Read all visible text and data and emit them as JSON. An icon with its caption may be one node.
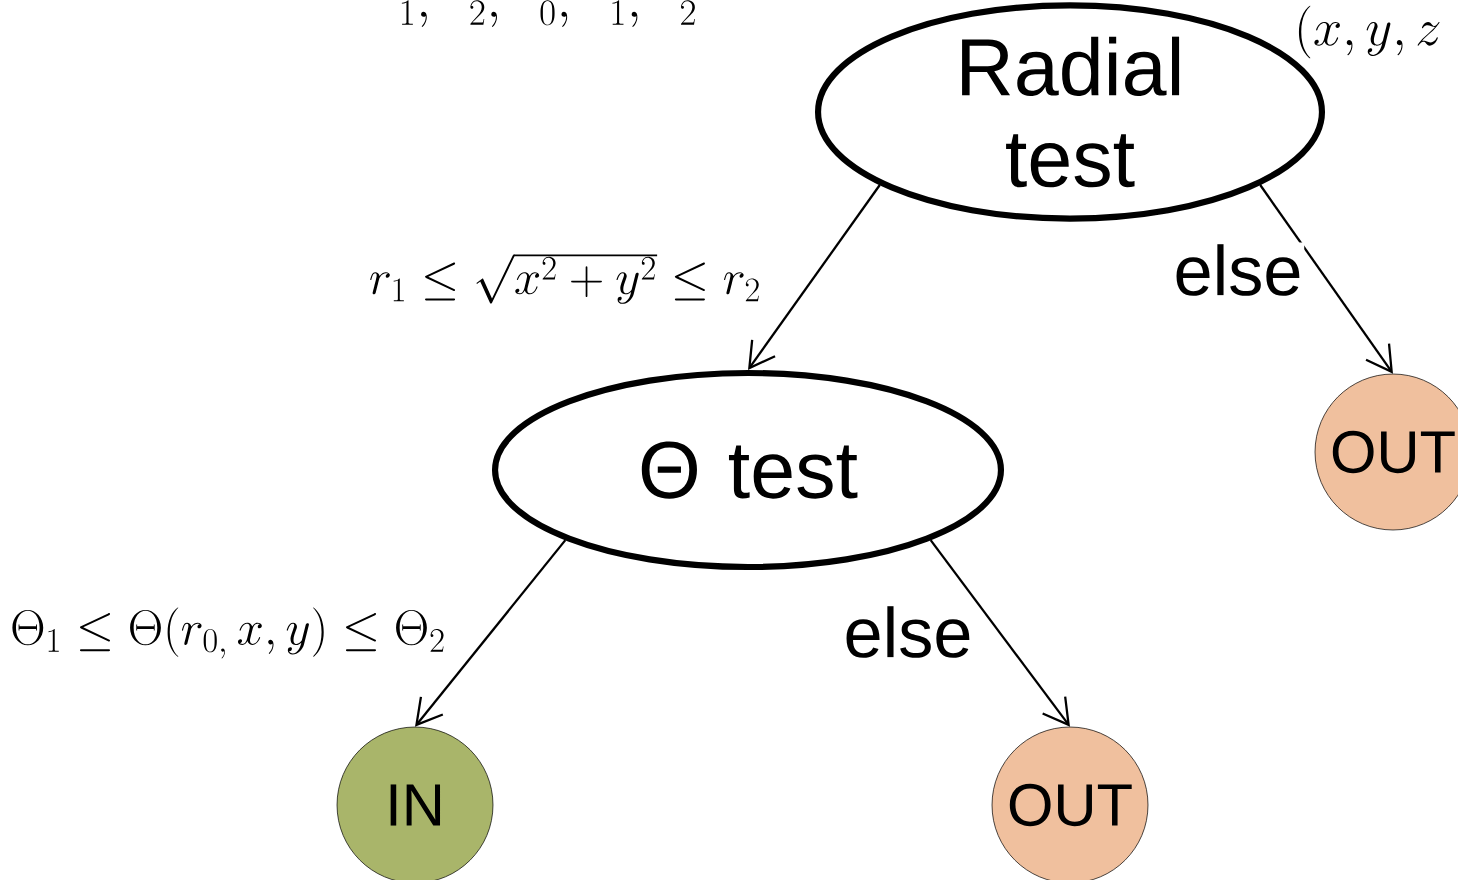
{
  "diagram": {
    "nodes": [
      {
        "text": [
          "Radial test"
        ]
      },
      {
        "text": [
          "Θ test"
        ]
      },
      {
        "text": [
          "OUT"
        ]
      },
      {
        "text": [
          "IN"
        ]
      },
      {
        "text": [
          "OUT"
        ]
      }
    ],
    "edges": [
      {
        "from": 0,
        "to": 1,
        "arrow": "to",
        "label": "r_1 \\le \\sqrt{x^2+y^2} \\le r_2"
      },
      {
        "from": 0,
        "to": 2,
        "arrow": "to",
        "label": "else"
      },
      {
        "from": 1,
        "to": 3,
        "arrow": "to",
        "label": "\\Theta_1 \\le \\Theta(r_{0,}\\, x, y) \\le \\Theta_2"
      },
      {
        "from": 1,
        "to": 4,
        "arrow": "to",
        "label": "else"
      }
    ],
    "labels": [
      "{}_1,\\;\\;{}_2,\\;\\;{}_0,\\;\\;{}_1,\\;\\;{}_2",
      "(x, y, z"
    ]
  }
}
